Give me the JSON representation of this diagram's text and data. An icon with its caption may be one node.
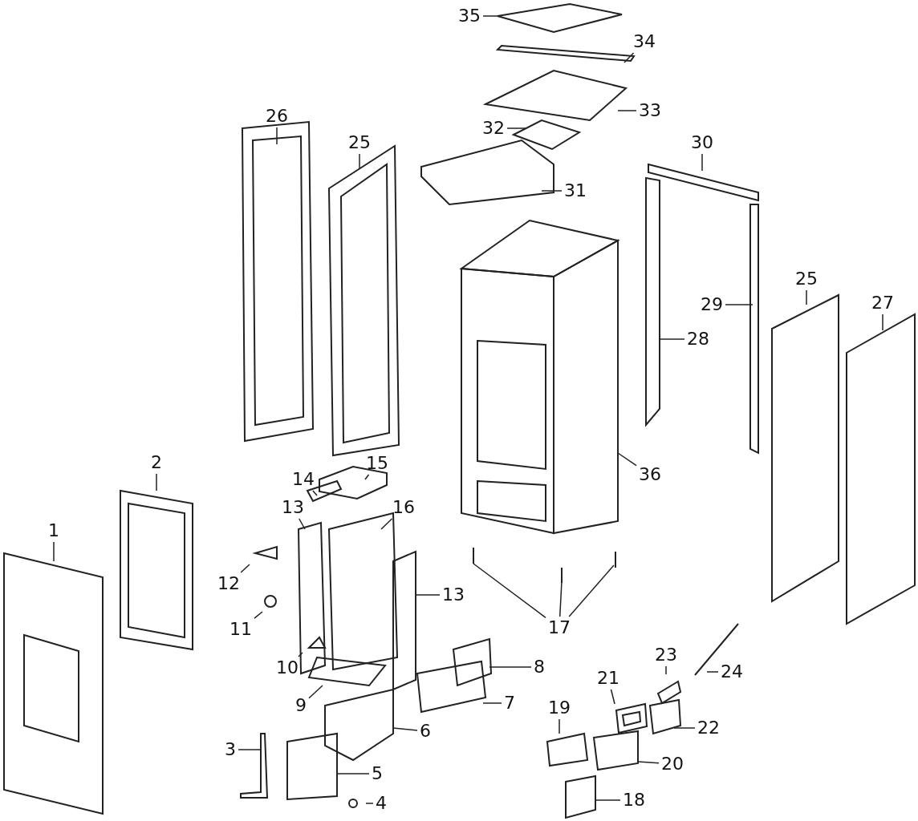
{
  "diagram": {
    "nodes": [
      {
        "text": [
          "35"
        ]
      },
      {
        "text": [
          "34"
        ]
      },
      {
        "text": [
          "33"
        ]
      },
      {
        "text": [
          "26"
        ]
      },
      {
        "text": [
          "25"
        ]
      },
      {
        "text": [
          "32"
        ]
      },
      {
        "text": [
          "30"
        ]
      },
      {
        "text": [
          "31"
        ]
      },
      {
        "text": [
          "29"
        ]
      },
      {
        "text": [
          "25"
        ]
      },
      {
        "text": [
          "27"
        ]
      },
      {
        "text": [
          "28"
        ]
      },
      {
        "text": [
          "36"
        ]
      },
      {
        "text": [
          "2"
        ]
      },
      {
        "text": [
          "15"
        ]
      },
      {
        "text": [
          "14"
        ]
      },
      {
        "text": [
          "13"
        ]
      },
      {
        "text": [
          "16"
        ]
      },
      {
        "text": [
          "1"
        ]
      },
      {
        "text": [
          "12"
        ]
      },
      {
        "text": [
          "13"
        ]
      },
      {
        "text": [
          "17"
        ]
      },
      {
        "text": [
          "11"
        ]
      },
      {
        "text": [
          "10"
        ]
      },
      {
        "text": [
          "8"
        ]
      },
      {
        "text": [
          "9"
        ]
      },
      {
        "text": [
          "7"
        ]
      },
      {
        "text": [
          "23"
        ]
      },
      {
        "text": [
          "24"
        ]
      },
      {
        "text": [
          "19"
        ]
      },
      {
        "text": [
          "21"
        ]
      },
      {
        "text": [
          "22"
        ]
      },
      {
        "text": [
          "6"
        ]
      },
      {
        "text": [
          "3"
        ]
      },
      {
        "text": [
          "20"
        ]
      },
      {
        "text": [
          "5"
        ]
      },
      {
        "text": [
          "4"
        ]
      },
      {
        "text": [
          "18"
        ]
      }
    ],
    "edges": [
      {
        "from": 0,
        "to": null,
        "arrow": "none"
      },
      {
        "from": 1,
        "to": null,
        "arrow": "none"
      },
      {
        "from": 2,
        "to": null,
        "arrow": "none"
      },
      {
        "from": 3,
        "to": null,
        "arrow": "none"
      },
      {
        "from": 4,
        "to": null,
        "arrow": "none"
      },
      {
        "from": 5,
        "to": null,
        "arrow": "none"
      },
      {
        "from": 6,
        "to": null,
        "arrow": "none"
      },
      {
        "from": 7,
        "to": null,
        "arrow": "none"
      },
      {
        "from": 8,
        "to": null,
        "arrow": "none"
      },
      {
        "from": 9,
        "to": null,
        "arrow": "none"
      },
      {
        "from": 10,
        "to": null,
        "arrow": "none"
      },
      {
        "from": 11,
        "to": null,
        "arrow": "none"
      },
      {
        "from": 12,
        "to": null,
        "arrow": "none"
      },
      {
        "from": 13,
        "to": null,
        "arrow": "none"
      },
      {
        "from": 14,
        "to": null,
        "arrow": "none"
      },
      {
        "from": 15,
        "to": null,
        "arrow": "none"
      },
      {
        "from": 16,
        "to": null,
        "arrow": "none"
      },
      {
        "from": 17,
        "to": null,
        "arrow": "none"
      },
      {
        "from": 18,
        "to": null,
        "arrow": "none"
      },
      {
        "from": 19,
        "to": null,
        "arrow": "none"
      },
      {
        "from": 20,
        "to": null,
        "arrow": "none"
      },
      {
        "from": 21,
        "to": null,
        "arrow": "none"
      },
      {
        "from": 21,
        "to": null,
        "arrow": "none"
      },
      {
        "from": 21,
        "to": null,
        "arrow": "none"
      },
      {
        "from": 22,
        "to": null,
        "arrow": "none"
      },
      {
        "from": 23,
        "to": null,
        "arrow": "none"
      },
      {
        "from": 24,
        "to": null,
        "arrow": "none"
      },
      {
        "from": 25,
        "to": null,
        "arrow": "none"
      },
      {
        "from": 26,
        "to": null,
        "arrow": "none"
      },
      {
        "from": 27,
        "to": null,
        "arrow": "none"
      },
      {
        "from": 28,
        "to": null,
        "arrow": "none"
      },
      {
        "from": 29,
        "to": null,
        "arrow": "none"
      },
      {
        "from": 30,
        "to": null,
        "arrow": "none"
      },
      {
        "from": 31,
        "to": null,
        "arrow": "none"
      },
      {
        "from": 32,
        "to": null,
        "arrow": "none"
      },
      {
        "from": 33,
        "to": null,
        "arrow": "none"
      },
      {
        "from": 34,
        "to": null,
        "arrow": "none"
      },
      {
        "from": 35,
        "to": null,
        "arrow": "none"
      },
      {
        "from": 36,
        "to": null,
        "arrow": "none"
      },
      {
        "from": 37,
        "to": null,
        "arrow": "none"
      }
    ]
  }
}
